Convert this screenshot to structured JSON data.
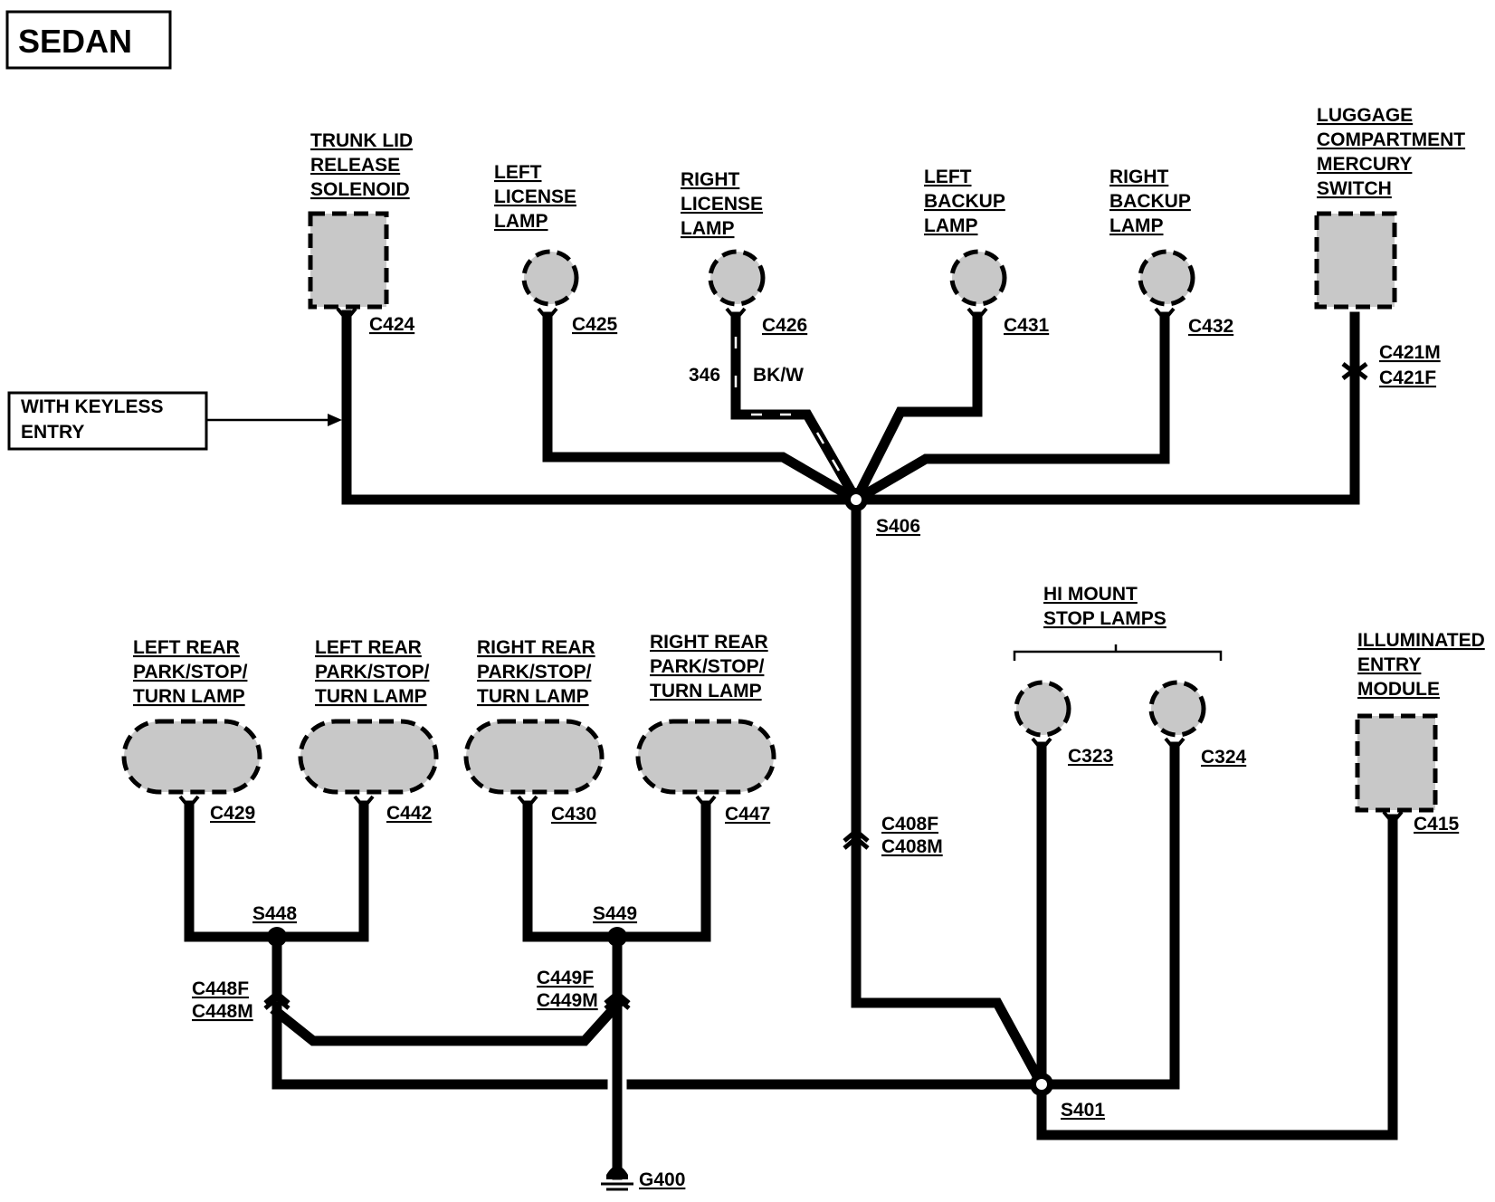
{
  "title": "SEDAN",
  "note": {
    "line1": "WITH KEYLESS",
    "line2": "ENTRY"
  },
  "wire": {
    "circuit": "346",
    "color": "BK/W"
  },
  "components": {
    "trunk_lid": [
      "TRUNK LID",
      "RELEASE",
      "SOLENOID"
    ],
    "left_license": [
      "LEFT",
      "LICENSE",
      "LAMP"
    ],
    "right_license": [
      "RIGHT",
      "LICENSE",
      "LAMP"
    ],
    "left_backup": [
      "LEFT",
      "BACKUP",
      "LAMP"
    ],
    "right_backup": [
      "RIGHT",
      "BACKUP",
      "LAMP"
    ],
    "luggage": [
      "LUGGAGE",
      "COMPARTMENT",
      "MERCURY",
      "SWITCH"
    ],
    "hi_mount": [
      "HI MOUNT",
      "STOP LAMPS"
    ],
    "illuminated": [
      "ILLUMINATED",
      "ENTRY",
      "MODULE"
    ],
    "lr_pst_1": [
      "LEFT REAR",
      "PARK/STOP/",
      "TURN LAMP"
    ],
    "lr_pst_2": [
      "LEFT REAR",
      "PARK/STOP/",
      "TURN LAMP"
    ],
    "rr_pst_1": [
      "RIGHT REAR",
      "PARK/STOP/",
      "TURN LAMP"
    ],
    "rr_pst_2": [
      "RIGHT REAR",
      "PARK/STOP/",
      "TURN LAMP"
    ]
  },
  "connectors": {
    "c424": "C424",
    "c425": "C425",
    "c426": "C426",
    "c431": "C431",
    "c432": "C432",
    "c421m": "C421M",
    "c421f": "C421F",
    "c408f": "C408F",
    "c408m": "C408M",
    "c323": "C323",
    "c324": "C324",
    "c415": "C415",
    "c429": "C429",
    "c442": "C442",
    "c430": "C430",
    "c447": "C447",
    "c448f": "C448F",
    "c448m": "C448M",
    "c449f": "C449F",
    "c449m": "C449M"
  },
  "splices": {
    "s406": "S406",
    "s401": "S401",
    "s448": "S448",
    "s449": "S449"
  },
  "ground": "G400"
}
